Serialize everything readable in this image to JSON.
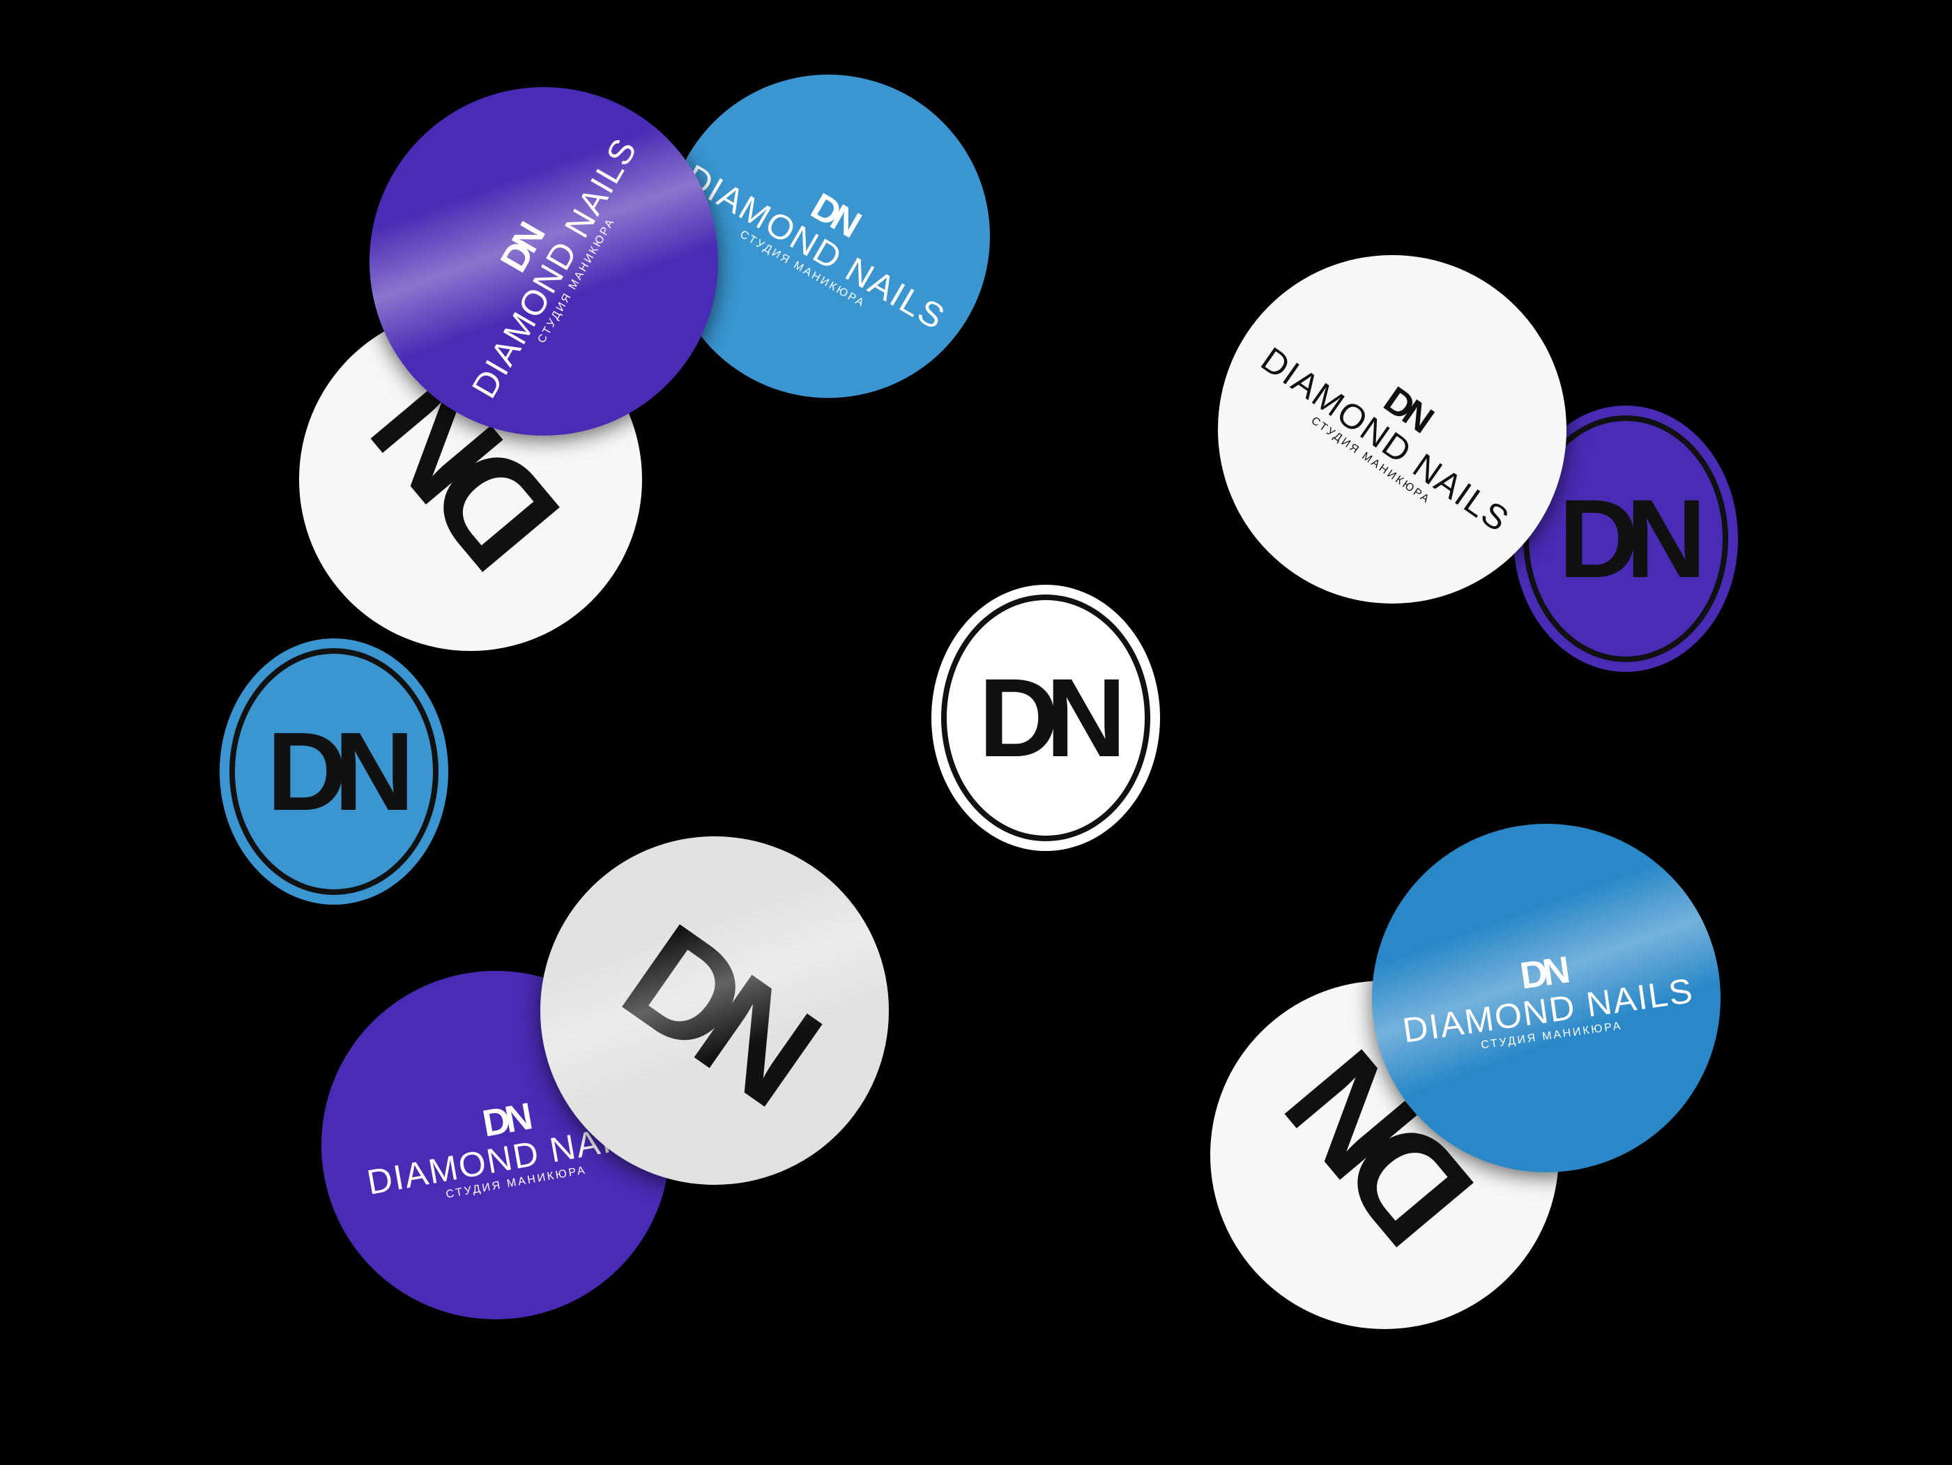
{
  "brand": {
    "name": "DIAMOND NAILS",
    "tagline": "СТУДИЯ МАНИКЮРА",
    "monogram": "DN"
  },
  "colors": {
    "background": "#000000",
    "purple": "#4a2bb5",
    "blue": "#3a95d0",
    "white": "#f7f7f7",
    "grey": "#e1e1e1",
    "ink": "#111111"
  }
}
